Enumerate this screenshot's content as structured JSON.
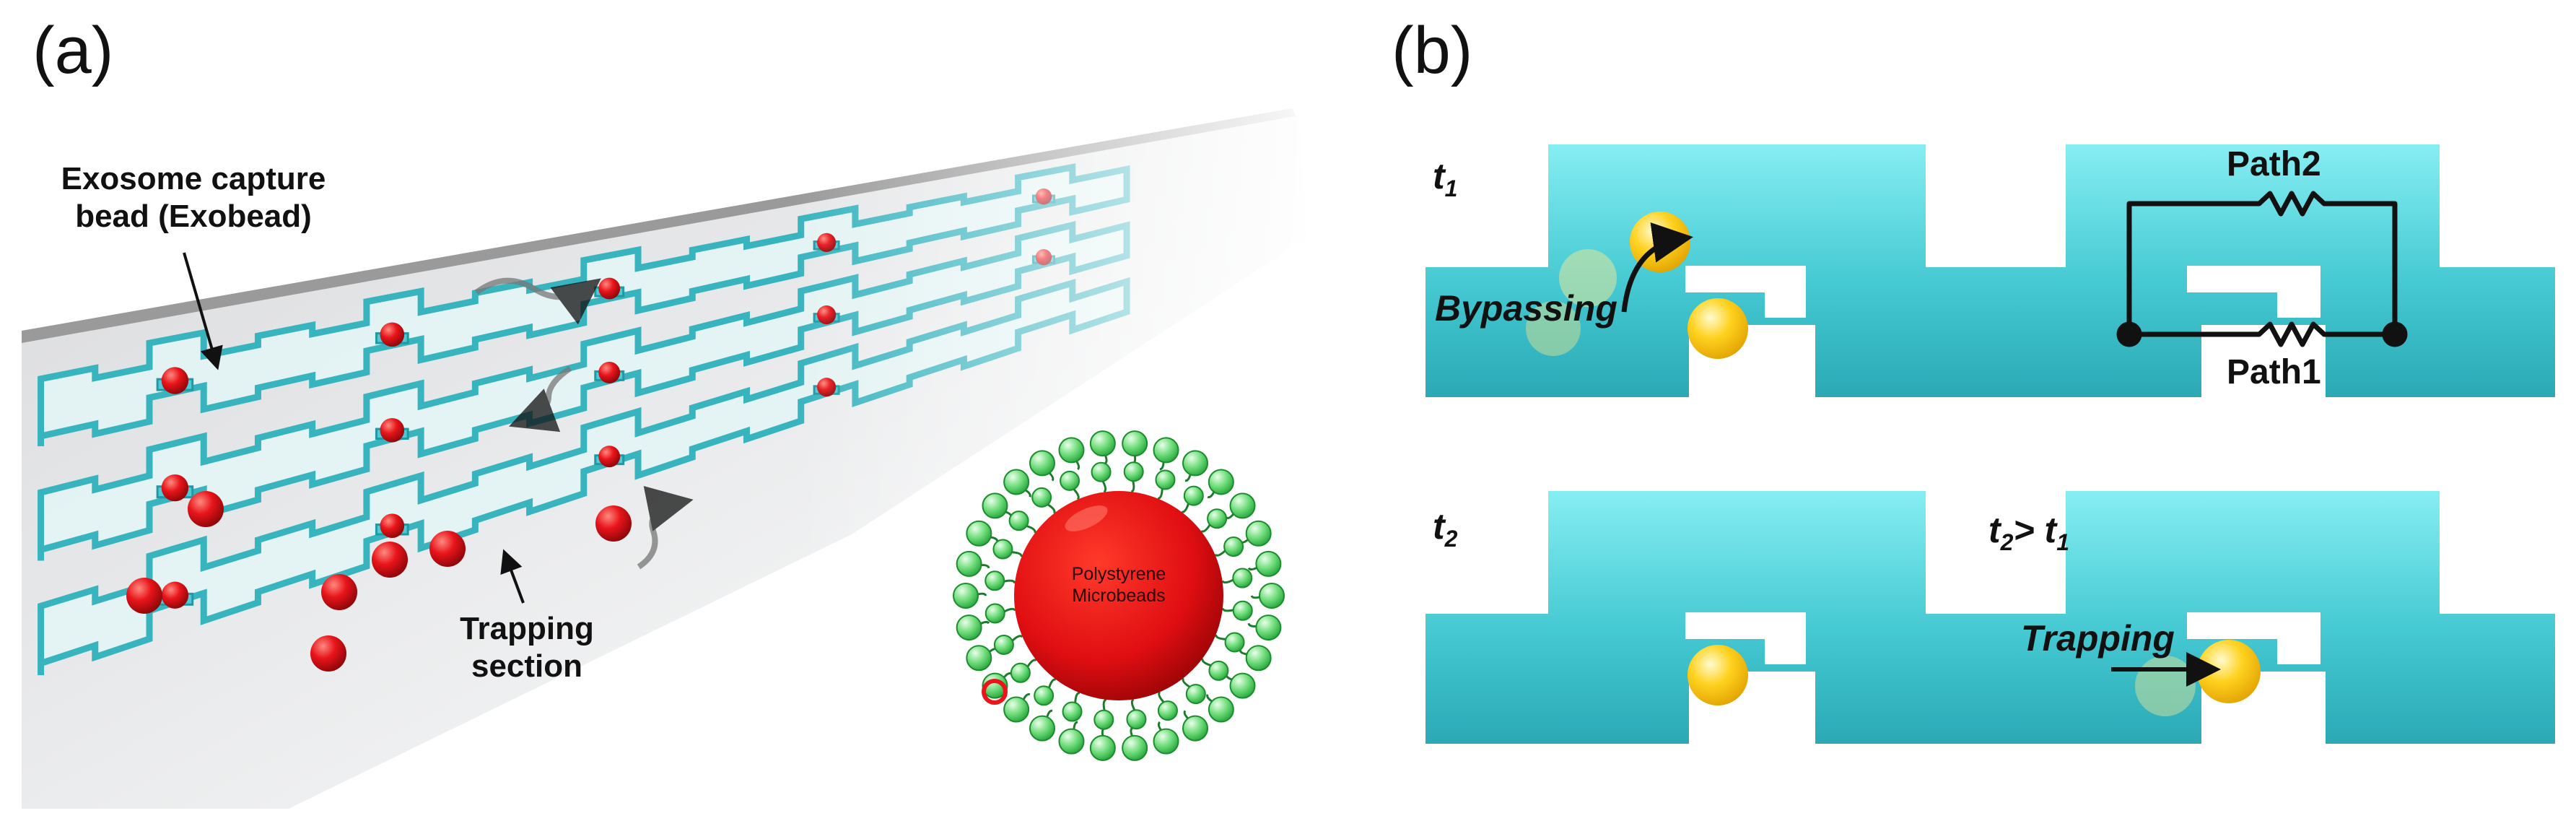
{
  "panel_a": {
    "label": "(a)",
    "exobead_label": "Exosome capture bead (Exobead)",
    "trapping_label": "Trapping section",
    "bead_name_line1": "Polystyrene",
    "bead_name_line2": "Microbeads"
  },
  "panel_b": {
    "label": "(b)",
    "time1": {
      "symbol": "t",
      "sub": "1"
    },
    "time2": {
      "symbol": "t",
      "sub": "2"
    },
    "compare": {
      "left": "t",
      "left_sub": "2",
      "op": "> ",
      "right": "t",
      "right_sub": "1"
    },
    "bypassing_label": "Bypassing",
    "trapping_label": "Trapping",
    "path2_label": "Path2",
    "path1_label": "Path1"
  },
  "colors": {
    "channel_cyan": "#3fc6d0",
    "channel_light": "#7fe6ec",
    "bead_red": "#e8151b",
    "bead_yellow": "#f5c518",
    "ligand_green": "#2fb84a"
  }
}
